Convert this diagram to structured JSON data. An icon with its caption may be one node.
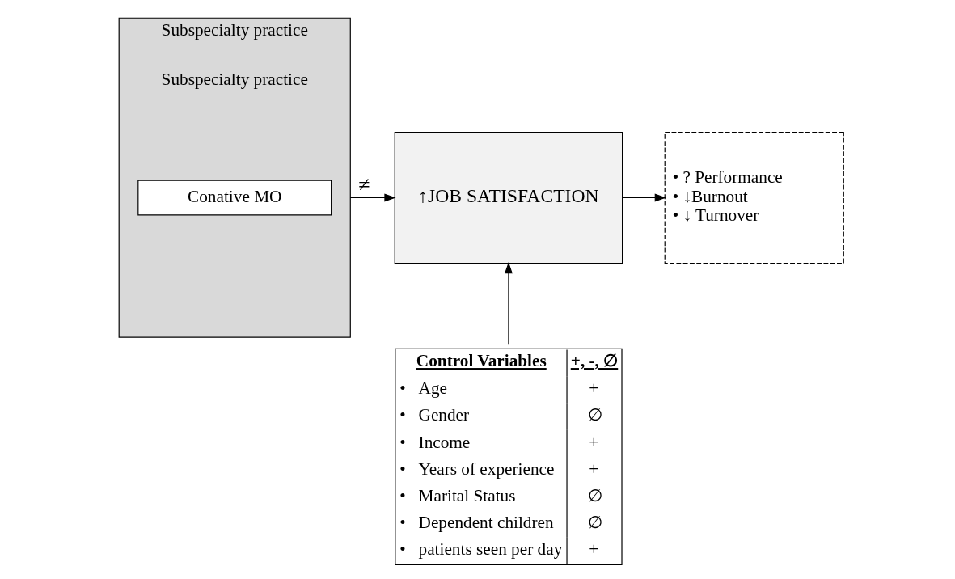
{
  "diagram": {
    "nodes": [
      {
        "text": [
          "Subspecialty practice",
          "Subspecialty practice"
        ]
      },
      {
        "text": [
          "Conative MO"
        ],
        "in": 0
      },
      {
        "text": [
          "↑JOB SATISFACTION"
        ]
      },
      {
        "text": [
          "• ? Performance",
          "• ↓Burnout",
          "• ↓ Turnover"
        ]
      },
      {
        "text": [
          "Control Variables",
          "+, -, ∅",
          "•   Age",
          "+",
          "•   Gender",
          "∅",
          "•   Income",
          "+",
          "•   Years of experience",
          "+",
          "•   Marital Status",
          "∅",
          "•   Dependent children",
          "∅",
          "•   patients seen per day",
          "+"
        ]
      }
    ],
    "edges": [
      {
        "from": 0,
        "to": 2,
        "arrow": "to",
        "label": "≠"
      },
      {
        "from": 2,
        "to": 3,
        "arrow": "to"
      },
      {
        "from": 4,
        "to": 2,
        "arrow": "to"
      }
    ]
  }
}
